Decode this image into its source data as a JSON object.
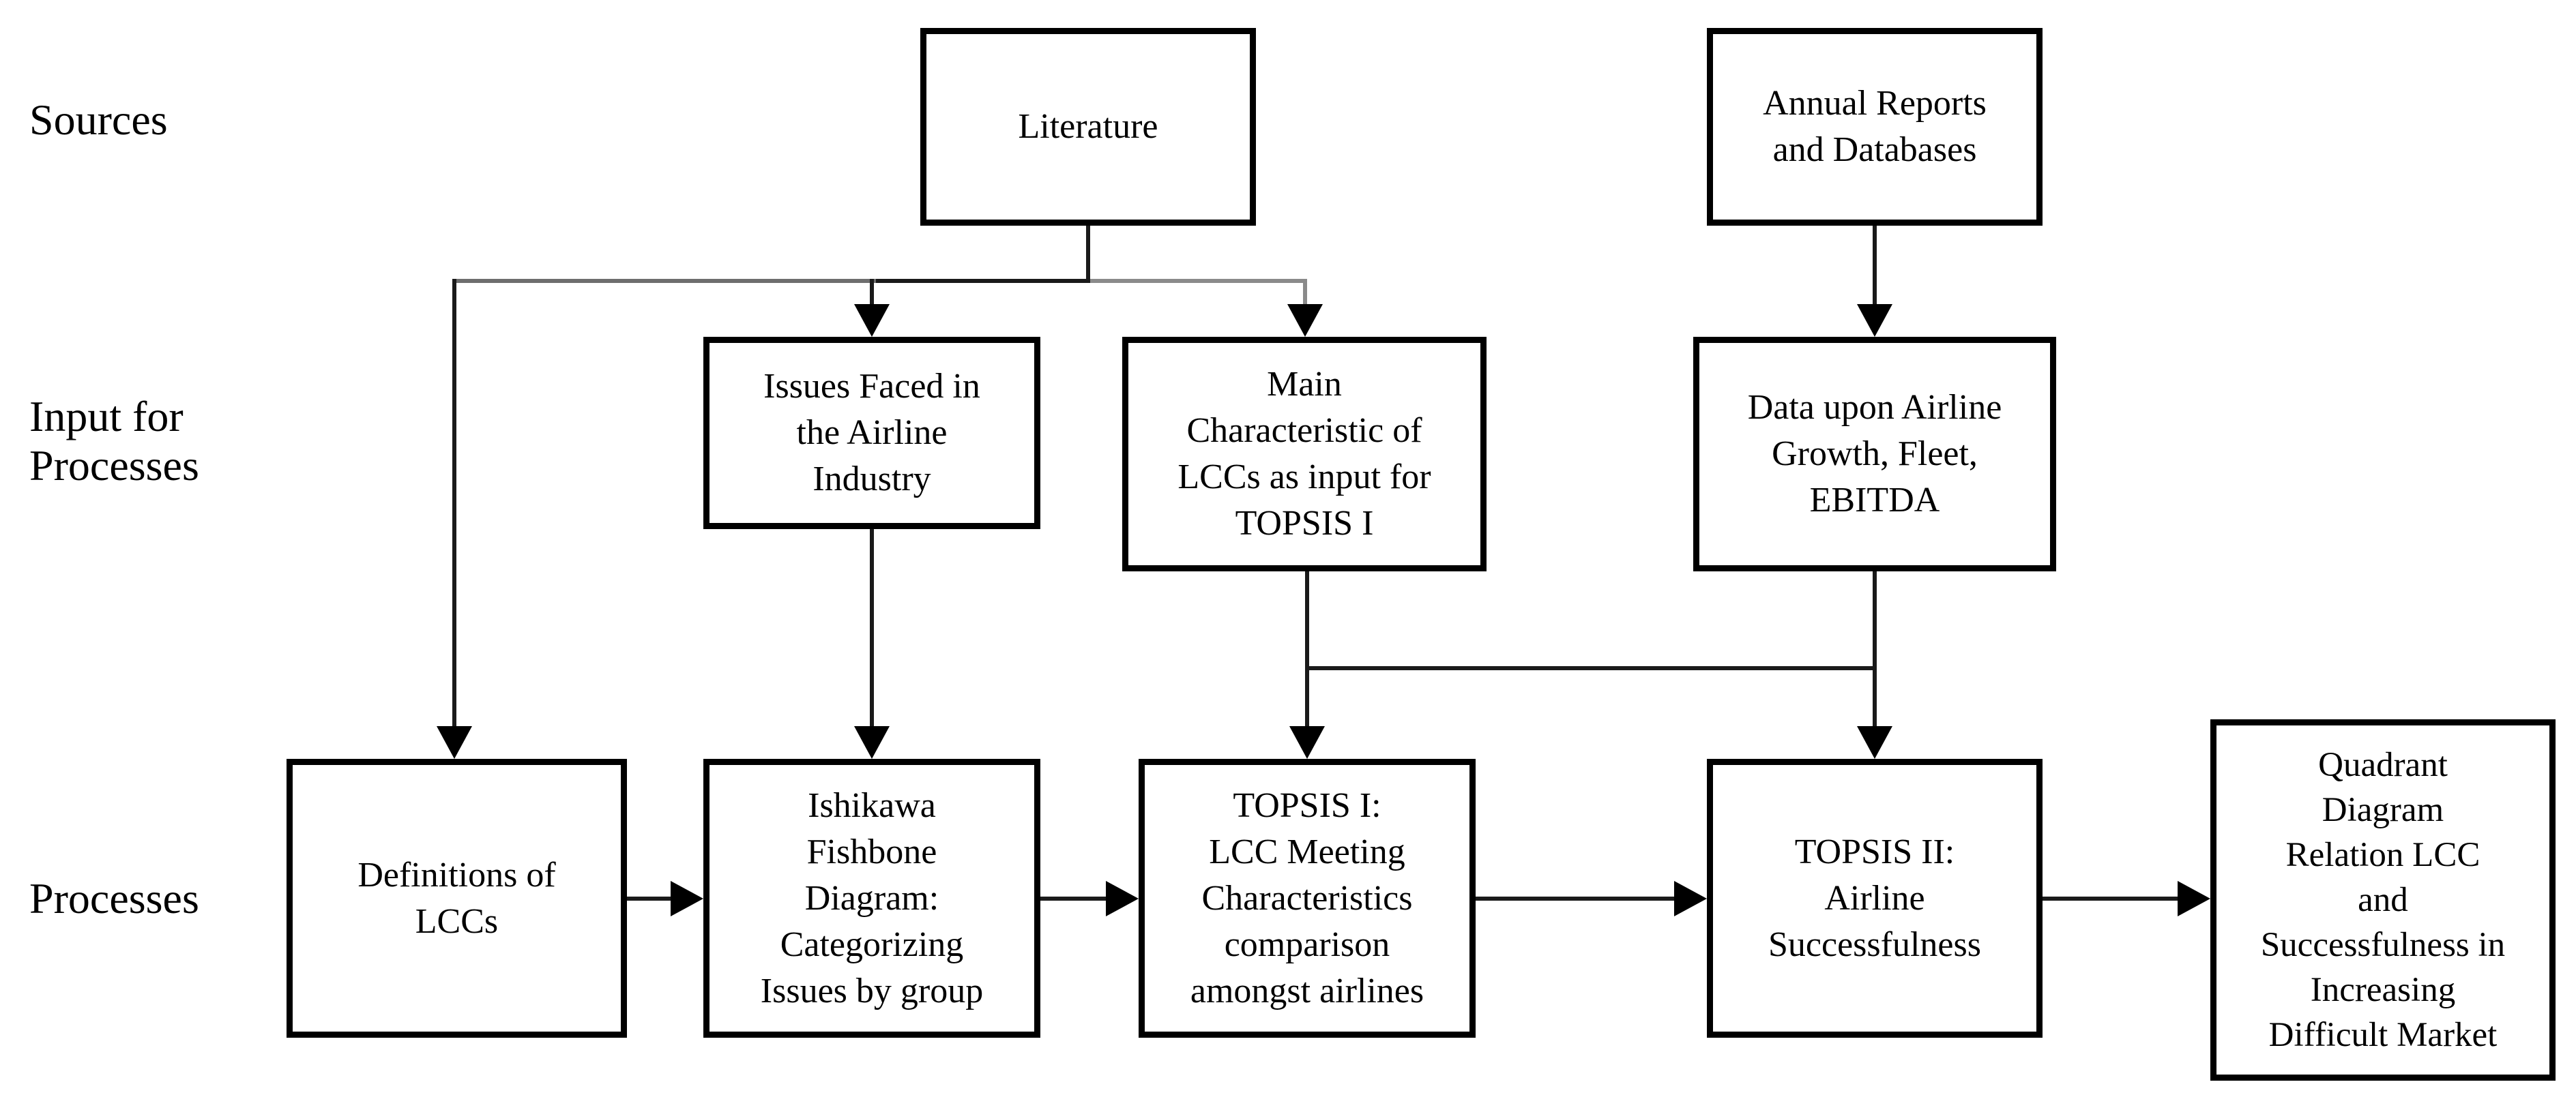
{
  "title": "LCC research methodology flowchart",
  "labels": {
    "sources": "Sources",
    "input_for_processes": "Input for\nProcesses",
    "processes": "Processes"
  },
  "boxes": {
    "literature": {
      "label": "Literature"
    },
    "annual_reports": {
      "label": "Annual Reports\nand Databases"
    },
    "issues": {
      "label": "Issues Faced in\nthe Airline\nIndustry"
    },
    "main_characteristic": {
      "label": "Main\nCharacteristic of\nLCCs as input for\nTOPSIS I"
    },
    "data_airline": {
      "label": "Data upon Airline\nGrowth, Fleet,\nEBITDA"
    },
    "definitions": {
      "label": "Definitions of\nLCCs"
    },
    "ishikawa": {
      "label": "Ishikawa\nFishbone\nDiagram:\nCategorizing\nIssues by group"
    },
    "topsis1": {
      "label": "TOPSIS I:\nLCC Meeting\nCharacteristics\ncomparison\namongst airlines"
    },
    "topsis2": {
      "label": "TOPSIS II:\nAirline\nSuccessfulness"
    },
    "quadrant": {
      "label": "Quadrant\nDiagram\nRelation LCC\nand\nSuccessfulness in\nIncreasing\nDifficult Market"
    }
  },
  "colors": {
    "ink": "#000000",
    "line": "#1a1a1a",
    "gray_left": "#6e6e6e",
    "gray_right": "#8a8a8a",
    "bg": "#ffffff"
  }
}
